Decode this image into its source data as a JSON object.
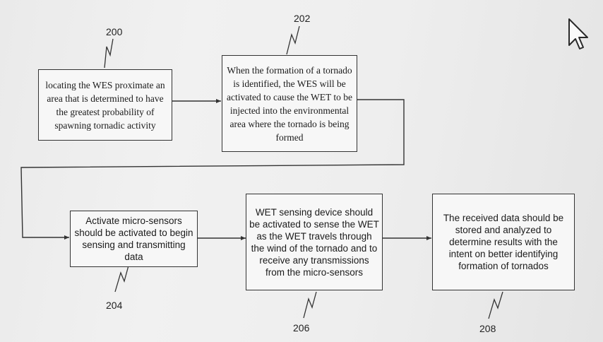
{
  "diagram": {
    "steps": [
      {
        "ref": "200",
        "text": "locating the WES proximate an area that is determined to have the greatest probability of spawning tornadic activity"
      },
      {
        "ref": "202",
        "text": "When the formation of a tornado is identified, the WES will be activated to cause the WET to be injected into the environmental area where the tornado is being formed"
      },
      {
        "ref": "204",
        "text": "Activate micro-sensors should be activated to begin sensing and transmitting data"
      },
      {
        "ref": "206",
        "text": "WET sensing device should be activated to sense the WET as the WET travels through the wind of the tornado and to receive any transmissions from the micro-sensors"
      },
      {
        "ref": "208",
        "text": "The received data should be stored and analyzed to determine results with the intent on better identifying formation of tornados"
      }
    ]
  },
  "cursor_icon": "mouse-pointer-icon"
}
